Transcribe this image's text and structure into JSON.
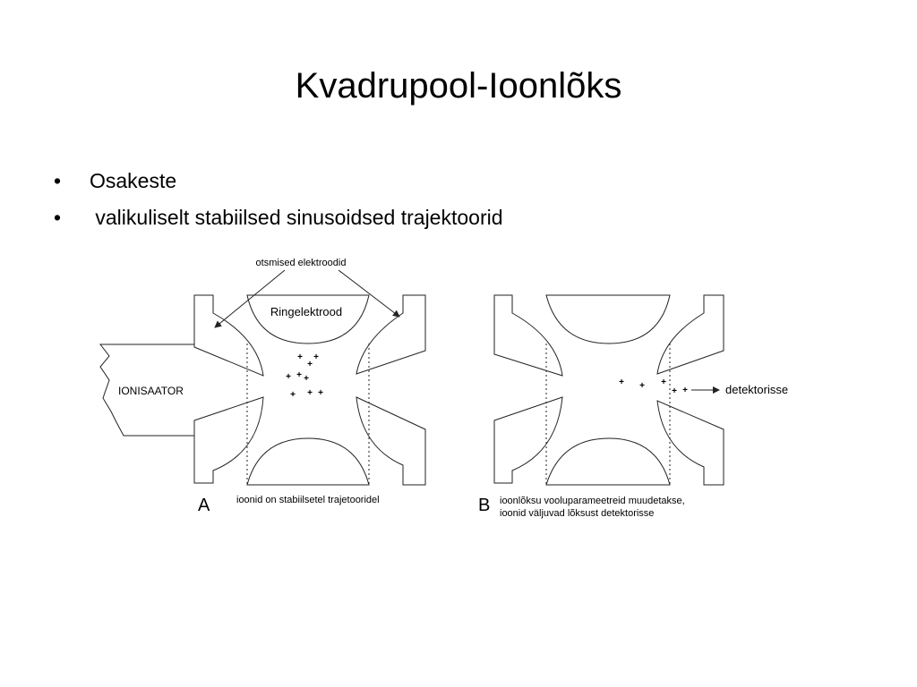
{
  "slide": {
    "title": "Kvadrupool-Ioonlõks",
    "bullets": [
      {
        "marker": "•",
        "text": "Osakeste"
      },
      {
        "marker": "•",
        "text": " valikuliselt stabiilsed sinusoidsed trajektoorid"
      }
    ]
  },
  "diagram": {
    "top_label": "otsmised elektroodid",
    "ring_label": "Ringelektrood",
    "source_label": "IONISAATOR",
    "panel_a": {
      "letter": "A",
      "caption": "ioonid on stabiilsetel trajetooridel"
    },
    "panel_b": {
      "letter": "B",
      "caption_line1": "ioonlõksu vooluparameetreid muudetakse,",
      "caption_line2": "ioonid väljuvad lõksust detektorisse"
    },
    "detector_label": "detektorisse",
    "ion_symbol": "+",
    "colors": {
      "stroke": "#222222",
      "background": "#ffffff"
    }
  }
}
